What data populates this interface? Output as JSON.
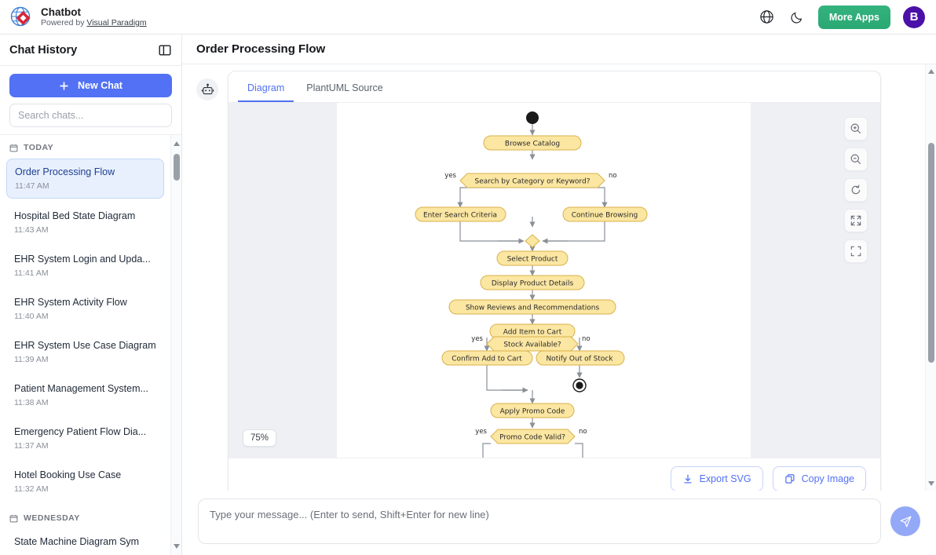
{
  "topbar": {
    "logo_icon": "visual-paradigm-logo",
    "title": "Chatbot",
    "powered_prefix": "Powered by ",
    "powered_link": "Visual Paradigm",
    "language_icon": "globe-icon",
    "theme_icon": "moon-icon",
    "more_apps_label": "More Apps",
    "avatar_initial": "B"
  },
  "sidebar": {
    "title": "Chat History",
    "toggle_icon": "panel-toggle-icon",
    "new_chat_label": "New Chat",
    "new_chat_icon": "plus-icon",
    "search_placeholder": "Search chats...",
    "groups": [
      {
        "label": "TODAY",
        "icon": "calendar-icon",
        "items": [
          {
            "name": "Order Processing Flow",
            "time": "11:47 AM",
            "active": true
          },
          {
            "name": "Hospital Bed State Diagram",
            "time": "11:43 AM",
            "active": false
          },
          {
            "name": "EHR System Login and Upda...",
            "time": "11:41 AM",
            "active": false
          },
          {
            "name": "EHR System Activity Flow",
            "time": "11:40 AM",
            "active": false
          },
          {
            "name": "EHR System Use Case Diagram",
            "time": "11:39 AM",
            "active": false
          },
          {
            "name": "Patient Management System...",
            "time": "11:38 AM",
            "active": false
          },
          {
            "name": "Emergency Patient Flow Dia...",
            "time": "11:37 AM",
            "active": false
          },
          {
            "name": "Hotel Booking Use Case",
            "time": "11:32 AM",
            "active": false
          }
        ]
      },
      {
        "label": "WEDNESDAY",
        "icon": "calendar-icon",
        "items": [
          {
            "name": "State Machine Diagram Sym",
            "time": "",
            "active": false
          }
        ]
      }
    ]
  },
  "main": {
    "title": "Order Processing Flow",
    "bot_icon": "robot-icon",
    "tabs": [
      {
        "label": "Diagram",
        "active": true
      },
      {
        "label": "PlantUML Source",
        "active": false
      }
    ],
    "zoom_level": "75%",
    "tools": [
      {
        "icon": "zoom-in-icon",
        "name": "zoom-in"
      },
      {
        "icon": "zoom-out-icon",
        "name": "zoom-out"
      },
      {
        "icon": "reset-rotate-icon",
        "name": "reset-zoom"
      },
      {
        "icon": "expand-arrows-icon",
        "name": "fit-to-screen"
      },
      {
        "icon": "fullscreen-frame-icon",
        "name": "fullscreen"
      }
    ],
    "actions": [
      {
        "label": "Export SVG",
        "icon": "download-icon"
      },
      {
        "label": "Copy Image",
        "icon": "copy-icon"
      }
    ]
  },
  "composer": {
    "placeholder": "Type your message... (Enter to send, Shift+Enter for new line)",
    "send_icon": "paper-plane-icon"
  },
  "diagram": {
    "type": "uml-activity-diagram",
    "node_fill": "#fbe6a2",
    "node_stroke": "#d9b24a",
    "edge_color": "#8a8f97",
    "nodes": [
      {
        "id": "start",
        "kind": "initial-node",
        "label": ""
      },
      {
        "id": "n1",
        "kind": "action",
        "label": "Browse Catalog"
      },
      {
        "id": "d1",
        "kind": "decision",
        "label": "Search by Category or Keyword?"
      },
      {
        "id": "n2",
        "kind": "action",
        "label": "Enter Search Criteria"
      },
      {
        "id": "n3",
        "kind": "action",
        "label": "Continue Browsing"
      },
      {
        "id": "m1",
        "kind": "merge",
        "label": ""
      },
      {
        "id": "n4",
        "kind": "action",
        "label": "Select Product"
      },
      {
        "id": "n5",
        "kind": "action",
        "label": "Display Product Details"
      },
      {
        "id": "n6",
        "kind": "action",
        "label": "Show Reviews and Recommendations"
      },
      {
        "id": "n7",
        "kind": "action",
        "label": "Add Item to Cart"
      },
      {
        "id": "d2",
        "kind": "decision",
        "label": "Stock Available?"
      },
      {
        "id": "n8",
        "kind": "action",
        "label": "Confirm Add to Cart"
      },
      {
        "id": "n9",
        "kind": "action",
        "label": "Notify Out of Stock"
      },
      {
        "id": "end1",
        "kind": "final-node",
        "label": ""
      },
      {
        "id": "n10",
        "kind": "action",
        "label": "Apply Promo Code"
      },
      {
        "id": "d3",
        "kind": "decision",
        "label": "Promo Code Valid?"
      }
    ],
    "edge_labels": [
      "yes",
      "no",
      "yes",
      "no",
      "yes",
      "no"
    ]
  }
}
